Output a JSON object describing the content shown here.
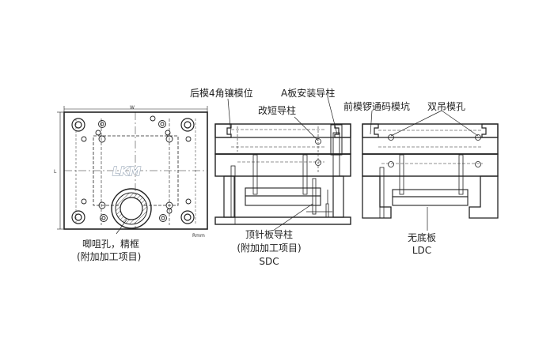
{
  "diagram": {
    "callouts": [
      {
        "id": "rear-mold-corner-insert",
        "text": "后模4角镶模位"
      },
      {
        "id": "a-plate-guide-pillar",
        "text": "A板安装导柱"
      },
      {
        "id": "shortened-guide-pillar",
        "text": "改短导柱"
      },
      {
        "id": "front-mold-milled-channel",
        "text": "前模锣通码模坑"
      },
      {
        "id": "double-lift-mold-hole",
        "text": "双吊模孔"
      }
    ],
    "plan_view": {
      "logo": "LKM",
      "dim_width": "W",
      "dim_length": "L",
      "dim_corner": "Rmm",
      "note_line1": "唧咀孔，精框",
      "note_line2": "(附加加工项目)"
    },
    "sdc_view": {
      "note_line1": "顶针板导柱",
      "note_line2": "(附加加工项目)",
      "type": "SDC"
    },
    "ldc_view": {
      "note_line1": "无底板",
      "type": "LDC"
    }
  }
}
